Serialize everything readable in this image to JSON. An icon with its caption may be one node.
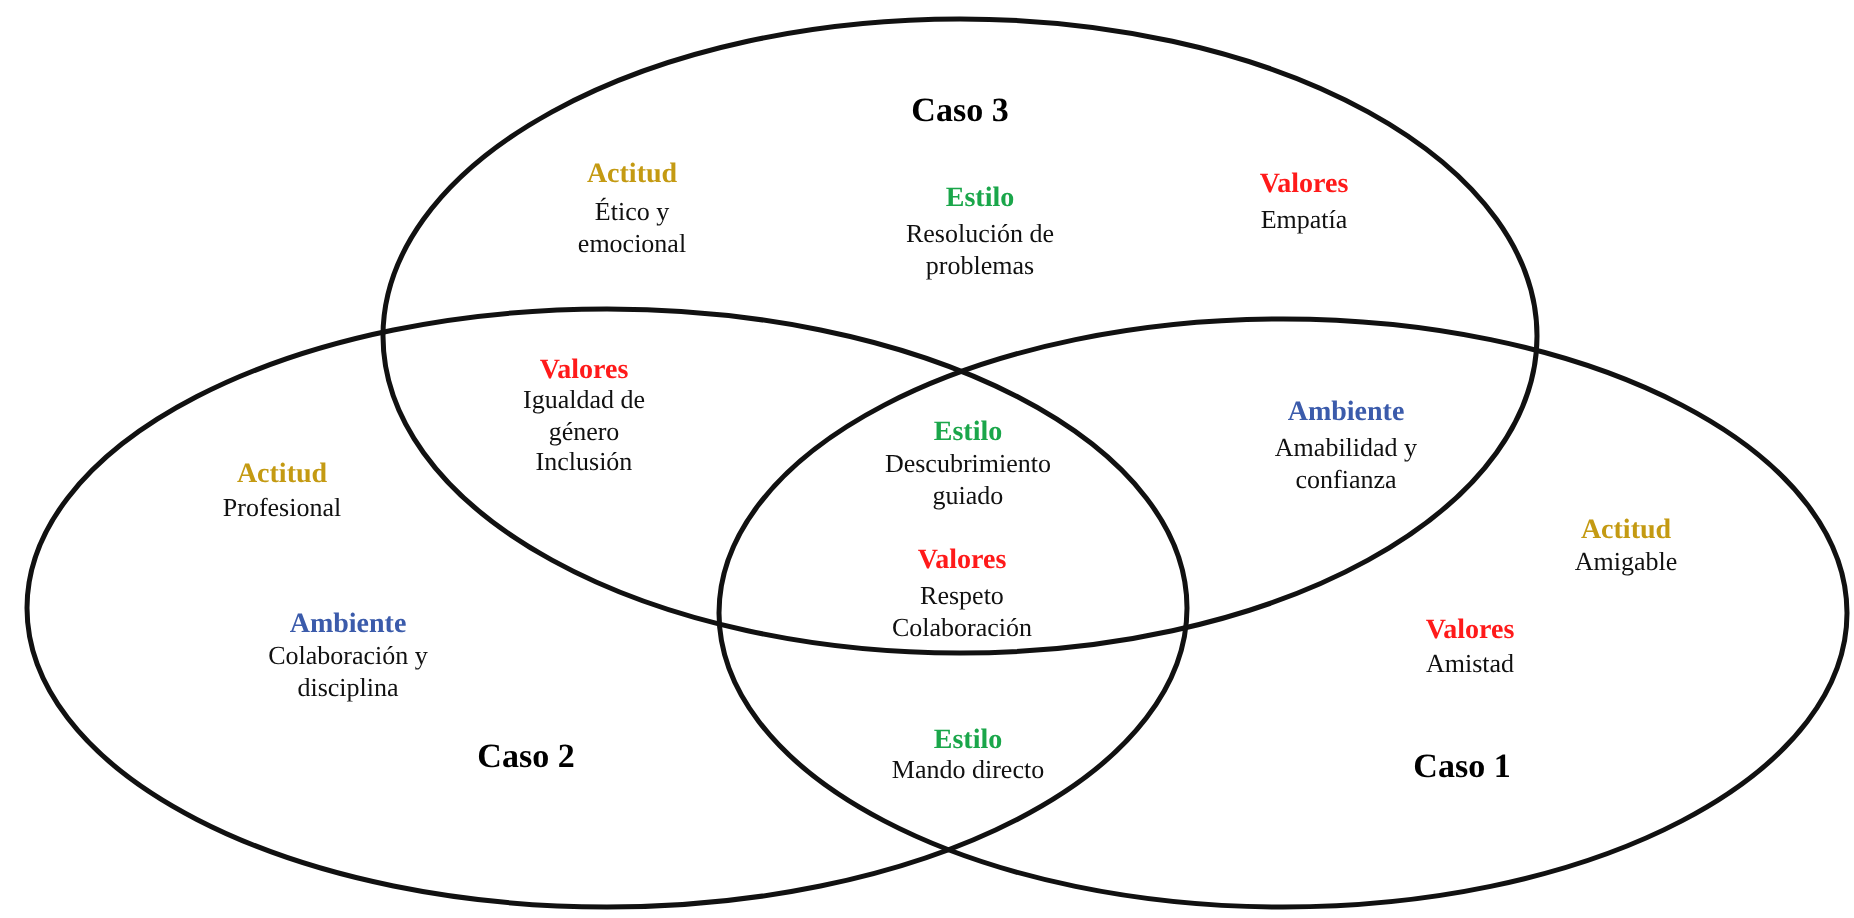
{
  "diagram": {
    "nodes": [
      {
        "text": [
          "Caso 3"
        ]
      },
      {
        "text": [
          "Caso 2"
        ]
      },
      {
        "text": [
          "Caso 1"
        ]
      }
    ],
    "labels": [
      "Actitud",
      "Ético y emocional",
      "Estilo",
      "Resolución de problemas",
      "Valores",
      "Empatía",
      "Valores",
      "Igualdad de género",
      "Inclusión",
      "Ambiente",
      "Amabilidad y confianza",
      "Estilo",
      "Descubrimiento guiado",
      "Actitud",
      "Profesional",
      "Actitud",
      "Amigable",
      "Valores",
      "Respeto",
      "Colaboración",
      "Ambiente",
      "Colaboración y disciplina",
      "Valores",
      "Amistad",
      "Estilo",
      "Mando directo"
    ]
  }
}
